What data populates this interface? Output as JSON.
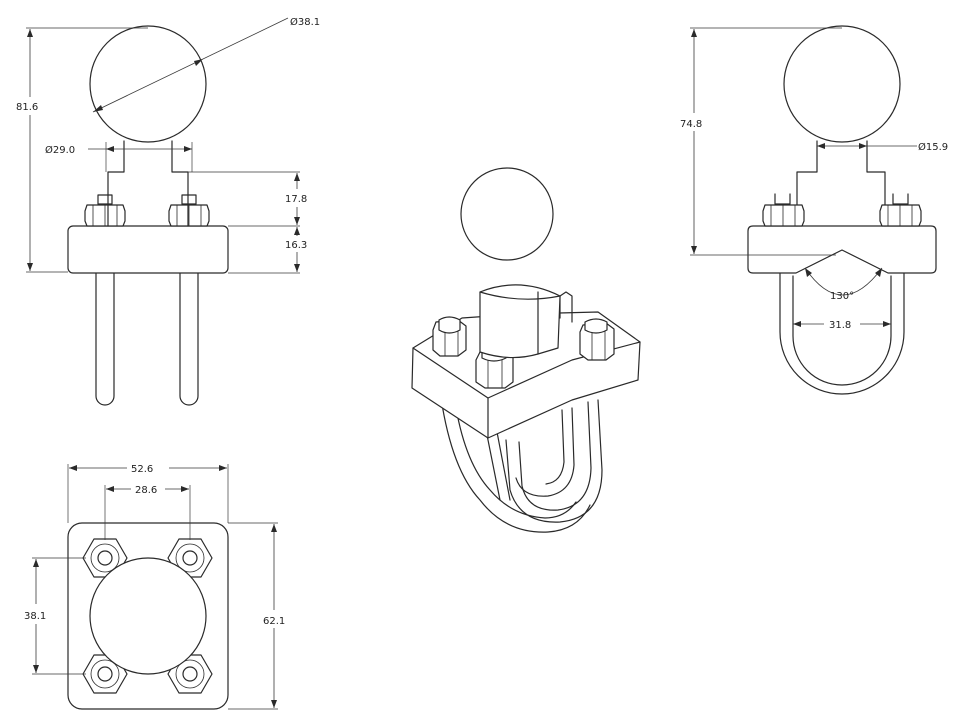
{
  "dimensions": {
    "front_ball_diameter": "Ø38.1",
    "front_overall_height": "81.6",
    "front_neck_diameter": "Ø29.0",
    "front_nut_height": "17.8",
    "front_base_height": "16.3",
    "side_overall_height": "74.8",
    "side_neck_diameter": "Ø15.9",
    "side_v_angle": "130°",
    "side_ubolt_inner_width": "31.8",
    "top_base_width": "52.6",
    "top_bolt_spacing_x": "28.6",
    "top_bolt_spacing_y": "38.1",
    "top_base_depth": "62.1"
  },
  "colors": {
    "line": "#2a2a2a",
    "background": "#ffffff"
  }
}
